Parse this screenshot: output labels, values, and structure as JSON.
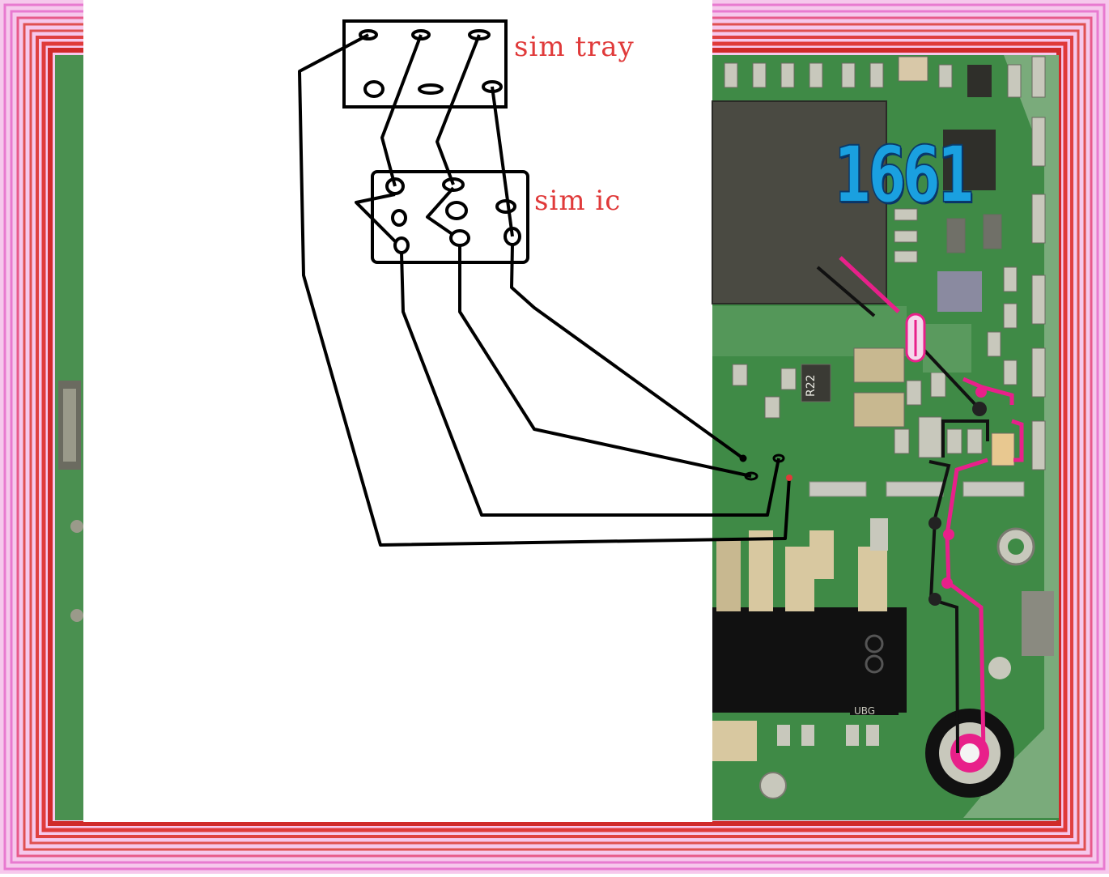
{
  "labels": {
    "sim_tray": "sim tray",
    "sim_ic": "sim ic",
    "part_number": "1661",
    "resistor_marking": "R22",
    "connector_marking": "UBG"
  },
  "colors": {
    "frame_outer": "#f2a6e0",
    "frame_inner": "#e03a3a",
    "pcb_green": "#3f8a46",
    "chip_dark": "#4a4a42",
    "wire": "#000000",
    "trace_magenta": "#e8208a",
    "label_red": "#e03a3a",
    "part_blue": "#1aa0e0"
  }
}
